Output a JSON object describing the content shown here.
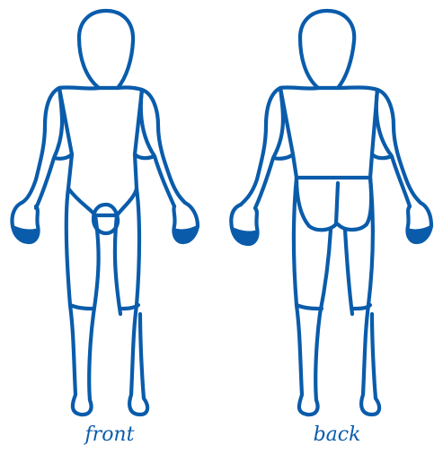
{
  "colors": {
    "outline": "#0a5cab",
    "background": "#ffffff"
  },
  "figures": [
    {
      "view": "front",
      "label": "front"
    },
    {
      "view": "back",
      "label": "back"
    }
  ]
}
